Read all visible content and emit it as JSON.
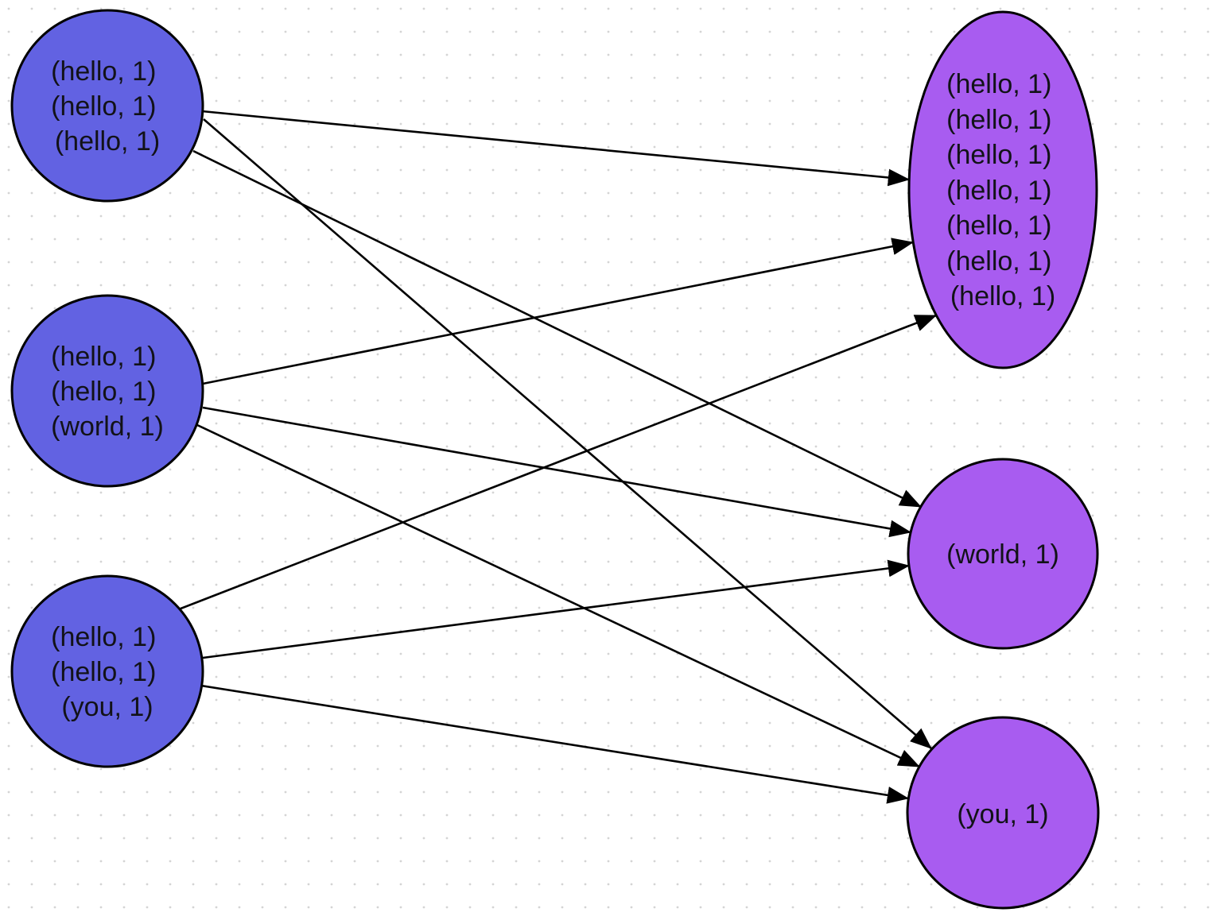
{
  "diagram": {
    "type": "mapreduce-shuffle-graph",
    "colors": {
      "map_node_fill": "#6262e2",
      "reduce_node_fill": "#a85cf0",
      "node_stroke": "#000000",
      "edge_color": "#000000",
      "background": "#ffffff",
      "dot_grid_color": "#d4d4d4"
    },
    "map_nodes": [
      {
        "id": "map-1",
        "shape": "circle",
        "lines": [
          "(hello, 1)",
          "(hello, 1)",
          "(hello, 1)"
        ]
      },
      {
        "id": "map-2",
        "shape": "circle",
        "lines": [
          "(hello, 1)",
          "(hello, 1)",
          "(world, 1)"
        ]
      },
      {
        "id": "map-3",
        "shape": "circle",
        "lines": [
          "(hello, 1)",
          "(hello, 1)",
          "(you, 1)"
        ]
      }
    ],
    "reduce_nodes": [
      {
        "id": "reduce-hello",
        "shape": "ellipse",
        "lines": [
          "(hello, 1)",
          "(hello, 1)",
          "(hello, 1)",
          "(hello, 1)",
          "(hello, 1)",
          "(hello, 1)",
          "(hello, 1)"
        ]
      },
      {
        "id": "reduce-world",
        "shape": "circle",
        "lines": [
          "(world, 1)"
        ]
      },
      {
        "id": "reduce-you",
        "shape": "circle",
        "lines": [
          "(you, 1)"
        ]
      }
    ],
    "edges": [
      {
        "from": "map-1",
        "to": "reduce-hello"
      },
      {
        "from": "map-1",
        "to": "reduce-world"
      },
      {
        "from": "map-1",
        "to": "reduce-you"
      },
      {
        "from": "map-2",
        "to": "reduce-hello"
      },
      {
        "from": "map-2",
        "to": "reduce-world"
      },
      {
        "from": "map-2",
        "to": "reduce-you"
      },
      {
        "from": "map-3",
        "to": "reduce-hello"
      },
      {
        "from": "map-3",
        "to": "reduce-world"
      },
      {
        "from": "map-3",
        "to": "reduce-you"
      }
    ]
  }
}
